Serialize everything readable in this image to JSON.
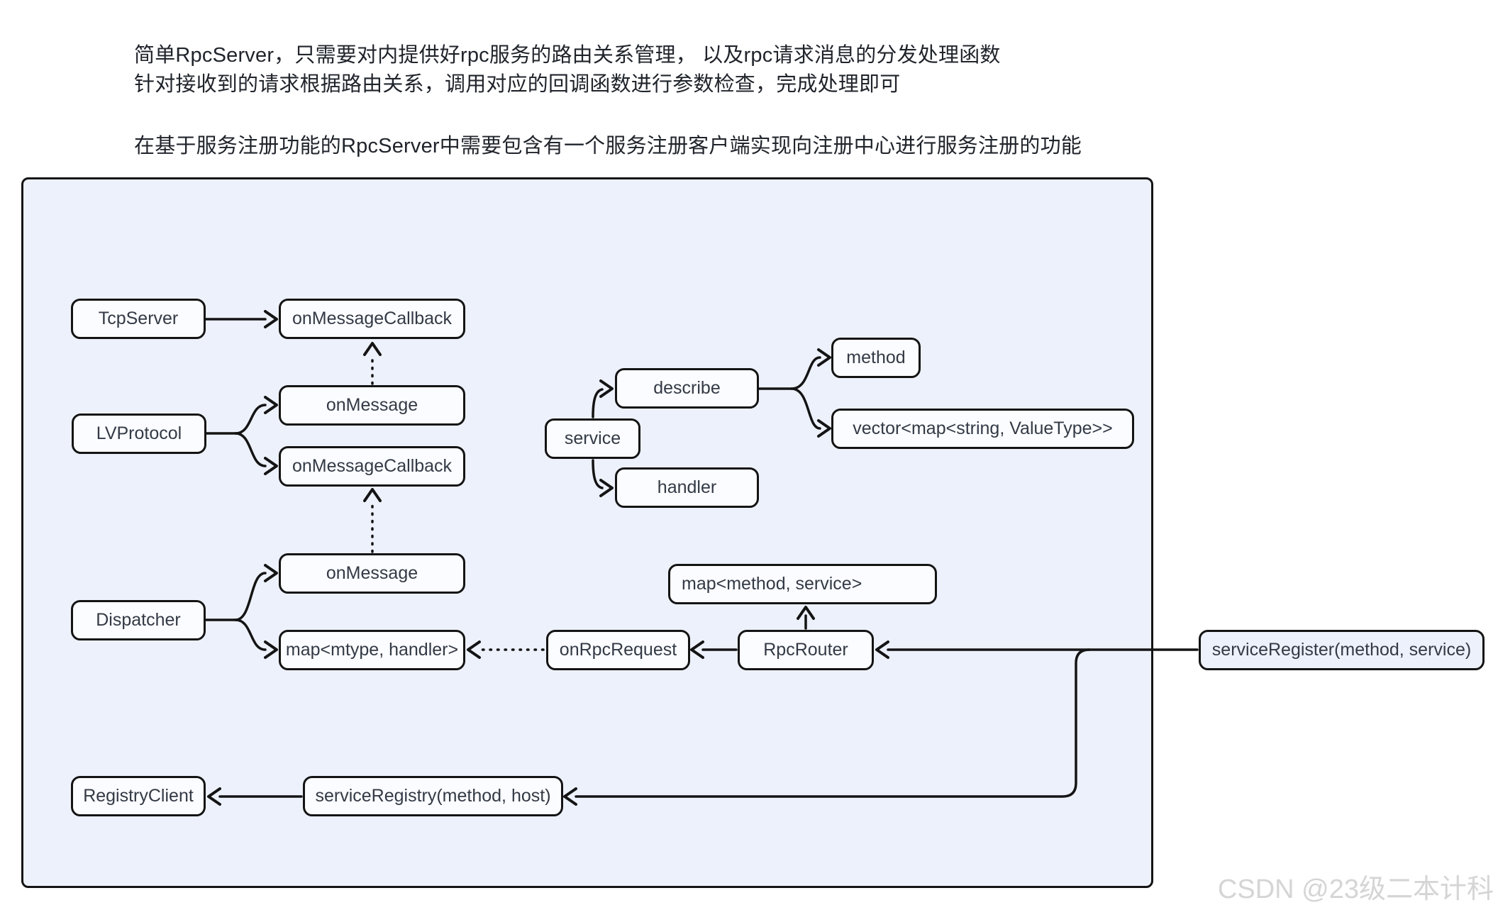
{
  "intro": {
    "line1": "简单RpcServer，只需要对内提供好rpc服务的路由关系管理， 以及rpc请求消息的分发处理函数",
    "line2": "针对接收到的请求根据路由关系，调用对应的回调函数进行参数检查，完成处理即可",
    "line3": "在基于服务注册功能的RpcServer中需要包含有一个服务注册客户端实现向注册中心进行服务注册的功能"
  },
  "watermark": "CSDN @23级二本计科",
  "colors": {
    "page_background": "#ffffff",
    "panel_fill": "#edf1fb",
    "panel_border": "#141414",
    "node_fill": "#fbfcff",
    "node_border": "#141414",
    "node_text": "#333a45",
    "wire": "#141414",
    "watermark_text": "#d5d5d5"
  },
  "nodes": {
    "tcpserver": "TcpServer",
    "onmessagecallback_1": "onMessageCallback",
    "onmessage_1": "onMessage",
    "lvprotocol": "LVProtocol",
    "onmessagecallback_2": "onMessageCallback",
    "service": "service",
    "describe": "describe",
    "handler": "handler",
    "method": "method",
    "vector_map": "vector<map<string, ValueType>>",
    "onmessage_2": "onMessage",
    "dispatcher": "Dispatcher",
    "map_mtype_handler": "map<mtype, handler>",
    "onrpcrequest": "onRpcRequest",
    "rpcrouter": "RpcRouter",
    "map_method_service": "map<method, service>",
    "service_register": "serviceRegister(method, service)",
    "registry_client": "RegistryClient",
    "service_registry": "serviceRegistry(method, host)"
  },
  "edges": [
    {
      "from": "tcpserver",
      "to": "onmessagecallback_1",
      "style": "solid"
    },
    {
      "from": "lvprotocol",
      "to": "onmessage_1",
      "style": "solid"
    },
    {
      "from": "lvprotocol",
      "to": "onmessagecallback_2",
      "style": "solid"
    },
    {
      "from": "onmessage_1",
      "to": "onmessagecallback_1",
      "style": "dotted"
    },
    {
      "from": "onmessage_2",
      "to": "onmessagecallback_2",
      "style": "dotted"
    },
    {
      "from": "dispatcher",
      "to": "onmessage_2",
      "style": "solid"
    },
    {
      "from": "dispatcher",
      "to": "map_mtype_handler",
      "style": "solid"
    },
    {
      "from": "service",
      "to": "describe",
      "style": "solid"
    },
    {
      "from": "service",
      "to": "handler",
      "style": "solid"
    },
    {
      "from": "describe",
      "to": "method",
      "style": "solid"
    },
    {
      "from": "describe",
      "to": "vector_map",
      "style": "solid"
    },
    {
      "from": "rpcrouter",
      "to": "map_method_service",
      "style": "solid"
    },
    {
      "from": "rpcrouter",
      "to": "onrpcrequest",
      "style": "solid"
    },
    {
      "from": "onrpcrequest",
      "to": "map_mtype_handler",
      "style": "dotted"
    },
    {
      "from": "service_register",
      "to": "rpcrouter",
      "style": "solid"
    },
    {
      "from": "service_register",
      "to": "service_registry",
      "style": "solid"
    },
    {
      "from": "service_registry",
      "to": "registry_client",
      "style": "solid"
    }
  ]
}
